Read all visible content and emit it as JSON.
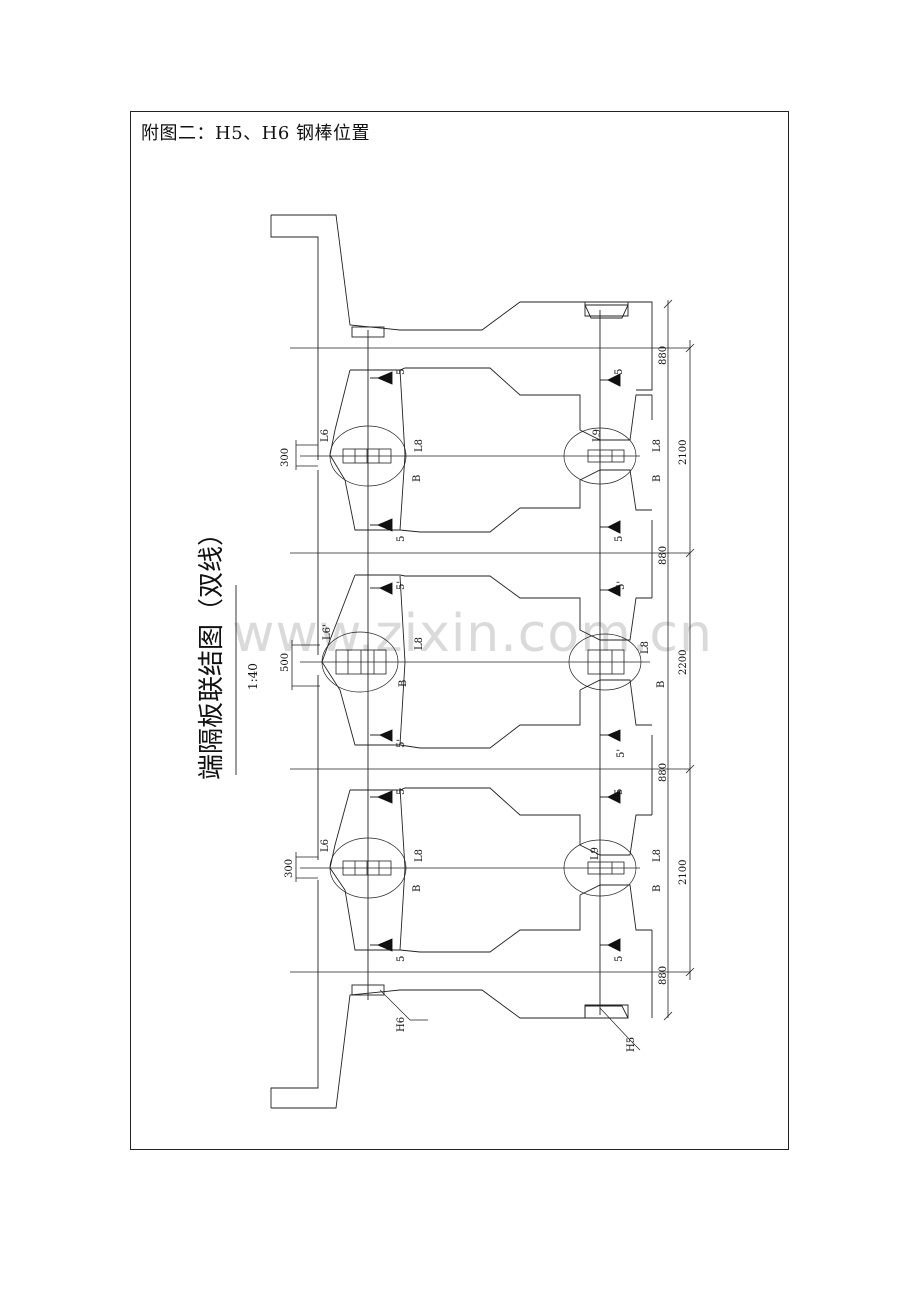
{
  "heading": "附图二：H5、H6 钢棒位置",
  "drawing": {
    "title": "端隔板联结图（双线）",
    "scale": "1:40",
    "watermark": "www.zixin.com.cn",
    "dimensions": [
      "880",
      "2100",
      "880",
      "2200",
      "880",
      "2100",
      "880"
    ],
    "left_dims": [
      "300",
      "500",
      "300"
    ],
    "bar_labels": {
      "l6": "L6",
      "l6p": "L6'",
      "l8": "L8",
      "l9": "L9",
      "s5": "5",
      "s5p": "5'",
      "b": "B",
      "h5": "H5",
      "h6": "H6"
    }
  }
}
